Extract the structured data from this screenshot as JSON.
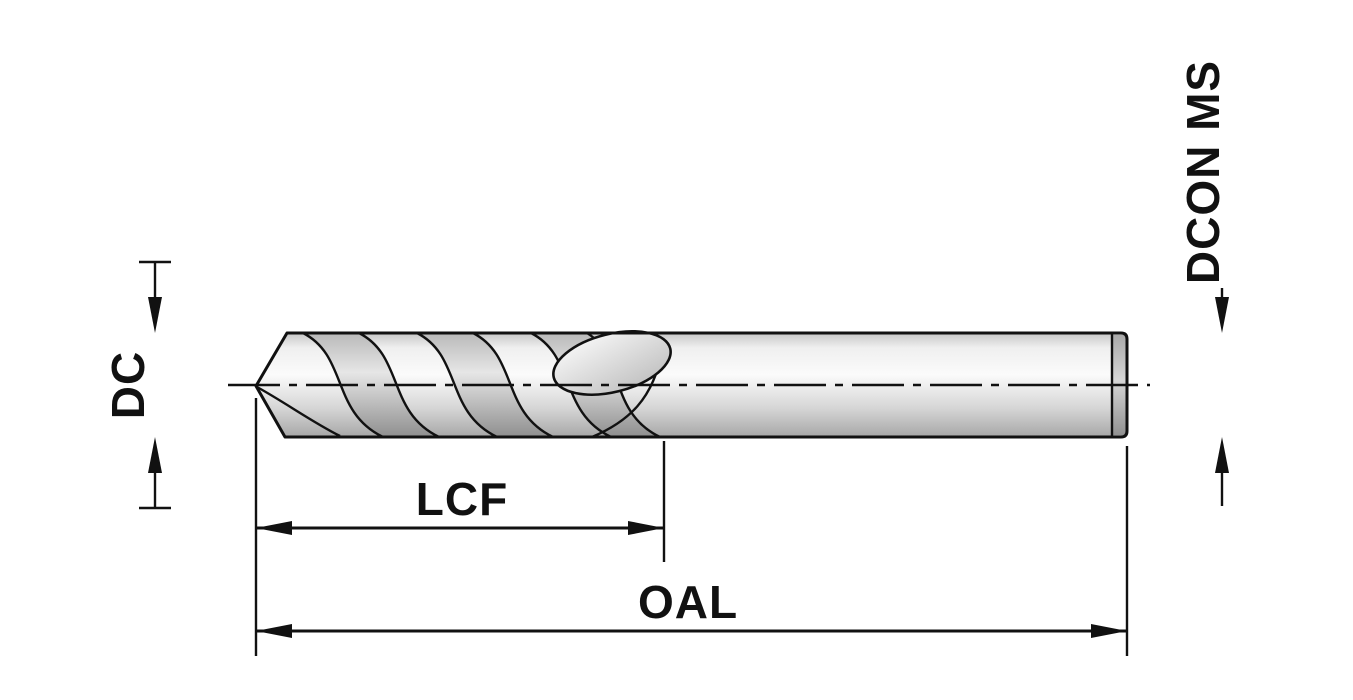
{
  "diagram": {
    "type": "technical-drawing",
    "subject": "twist-drill-side-view",
    "labels": {
      "dc": "DC",
      "lcf": "LCF",
      "oal": "OAL",
      "dcon_ms": "DCON MS"
    },
    "colors": {
      "ink": "#111111",
      "background": "#ffffff",
      "steel_edge": "#c6c6c6",
      "steel_light": "#efefef",
      "steel_highlight": "#fbfbfb",
      "steel_mid": "#d6d6d6",
      "steel_dark": "#a7a7a7",
      "groove_top": "#b9b9b9",
      "groove_light": "#e6e6e6",
      "groove_dark": "#8f8f8f"
    }
  }
}
